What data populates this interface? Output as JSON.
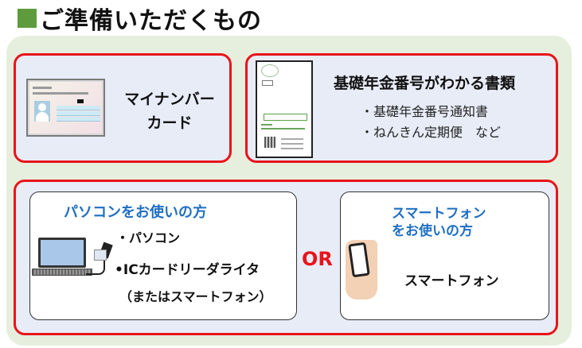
{
  "title": {
    "icon": "green-square-icon",
    "text": "ご準備いただくもの",
    "accent_color": "#5e9b3c"
  },
  "colors": {
    "panel_bg": "#e6efdd",
    "box_bg": "#e7ecf7",
    "box_border": "#e8141b",
    "heading_blue": "#1f6fc2",
    "or_red": "#e8141b"
  },
  "mynumber_card": {
    "image": "mynumber-card-icon",
    "label_line1": "マイナンバー",
    "label_line2": "カード"
  },
  "pension_docs": {
    "image": "pension-document-icon",
    "title": "基礎年金番号がわかる書類",
    "items": [
      "・基礎年金番号通知書",
      "・ねんきん定期便　など"
    ]
  },
  "devices": {
    "pc": {
      "heading": "パソコンをお使いの方",
      "image": "laptop-card-reader-icon",
      "items": [
        "・パソコン",
        "•ICカードリーダライタ",
        "（またはスマートフォン）"
      ]
    },
    "or_label": "OR",
    "smartphone": {
      "heading_line1": "スマートフォン",
      "heading_line2": "をお使いの方",
      "image": "smartphone-hand-icon",
      "item": "スマートフォン"
    }
  }
}
